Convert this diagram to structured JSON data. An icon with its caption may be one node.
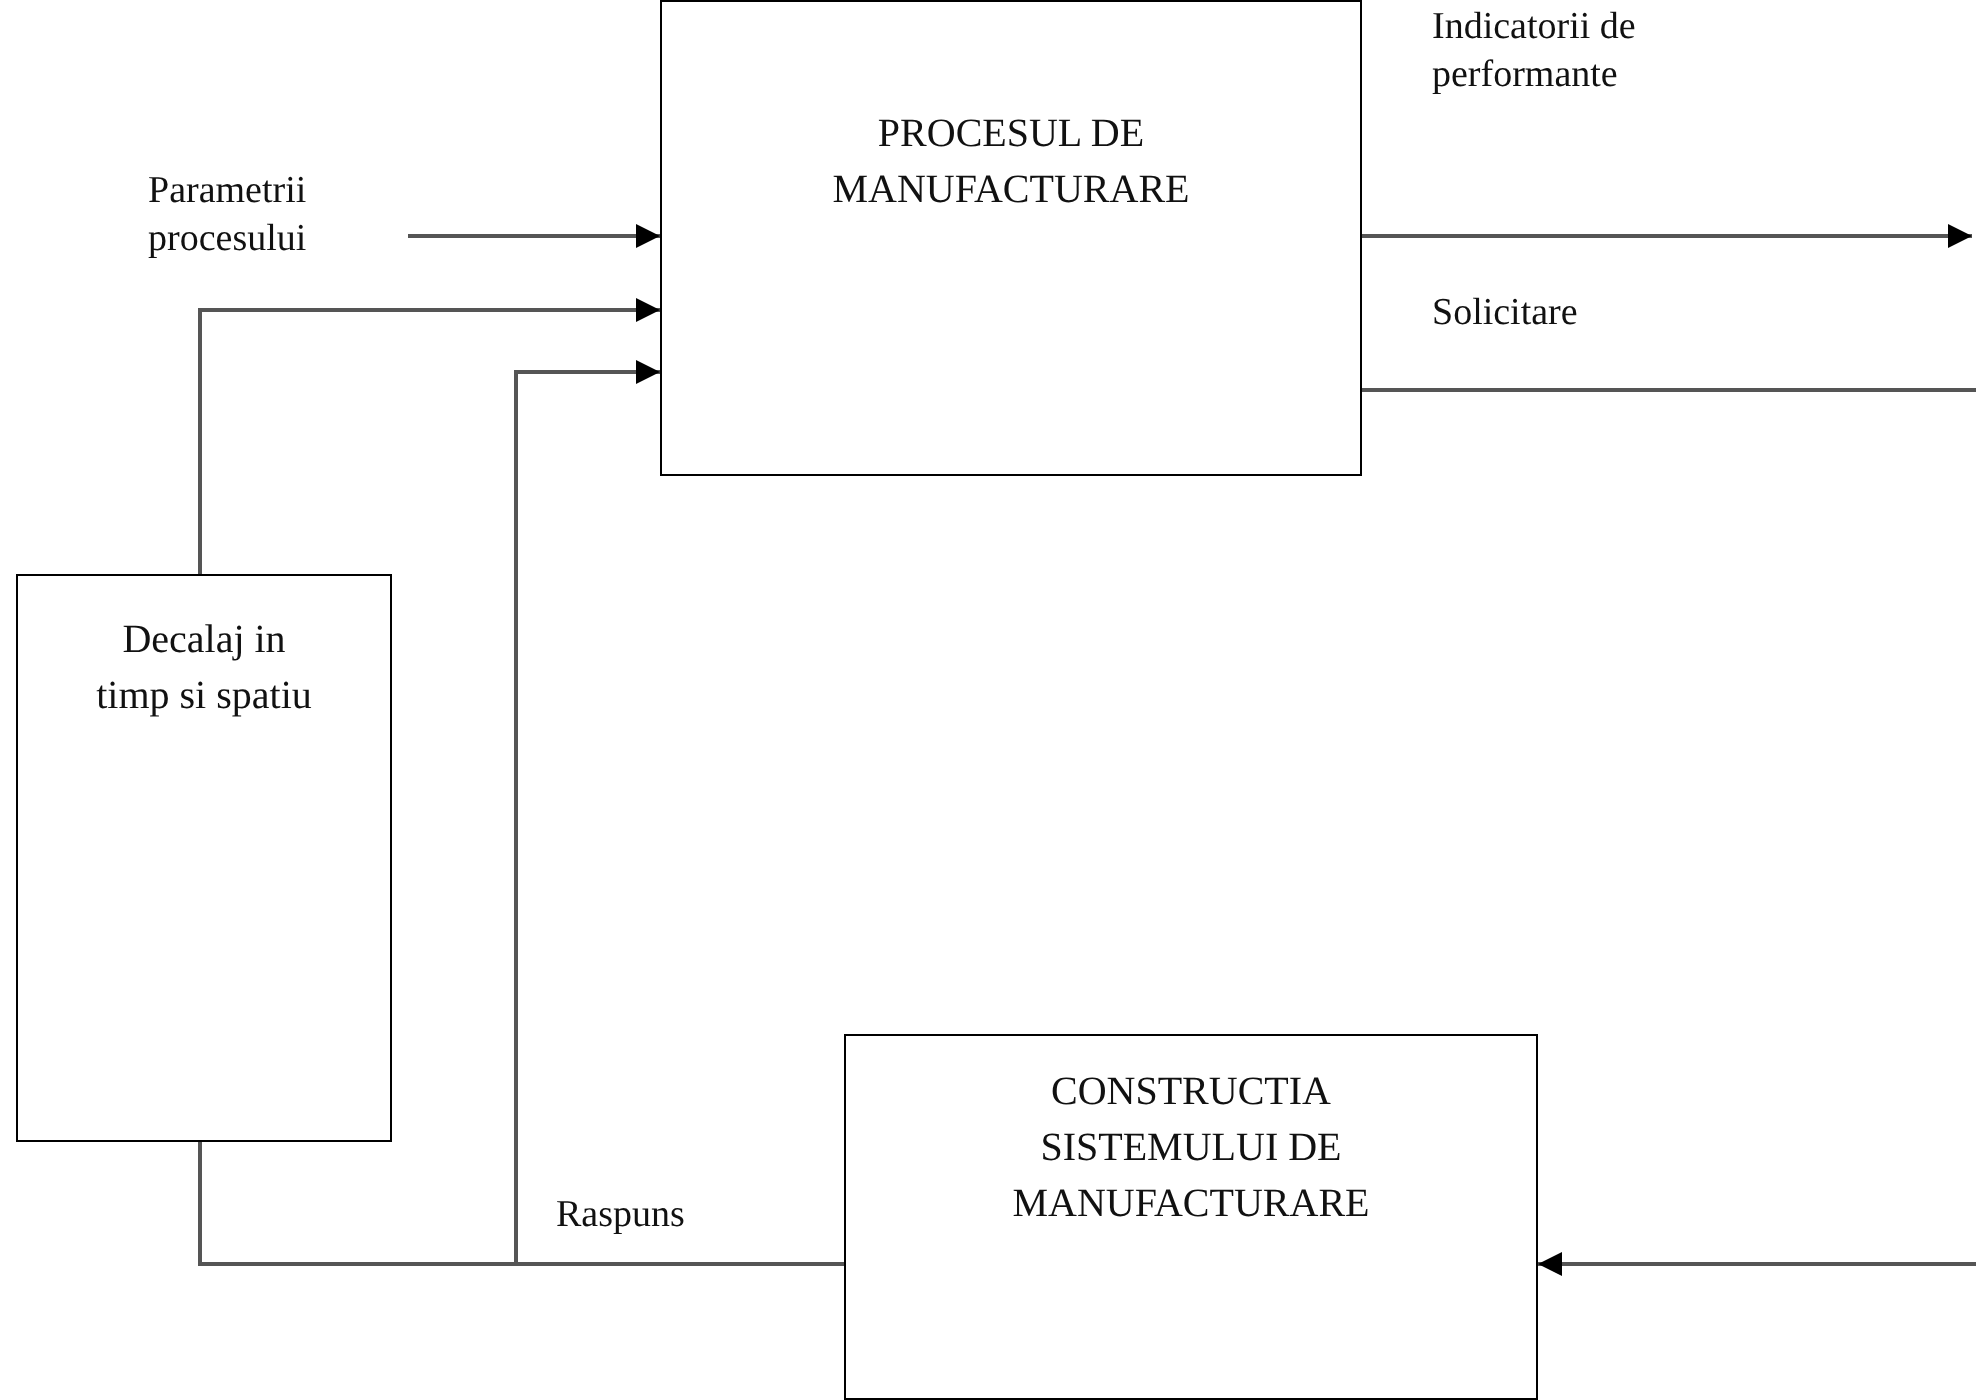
{
  "diagram": {
    "nodes": [
      {
        "text": [
          "PROCESUL DE MANUFACTURARE"
        ]
      },
      {
        "text": [
          "Decalaj in timp si spatiu"
        ]
      },
      {
        "text": [
          "CONSTRUCTIA SISTEMULUI DE MANUFACTURARE"
        ]
      }
    ],
    "edges": [
      {
        "from": null,
        "to": 0,
        "arrow": "to",
        "label": "Parametrii procesului"
      },
      {
        "from": 1,
        "to": 0,
        "arrow": "to"
      },
      {
        "from": 2,
        "to": 0,
        "arrow": "to",
        "label": "Raspuns"
      },
      {
        "from": 2,
        "to": 1,
        "arrow": "none"
      },
      {
        "from": 0,
        "to": null,
        "arrow": "to",
        "label": "Indicatorii de performante"
      },
      {
        "from": 0,
        "to": null,
        "arrow": "none",
        "label": "Solicitare"
      },
      {
        "from": null,
        "to": 2,
        "arrow": "to"
      }
    ]
  }
}
